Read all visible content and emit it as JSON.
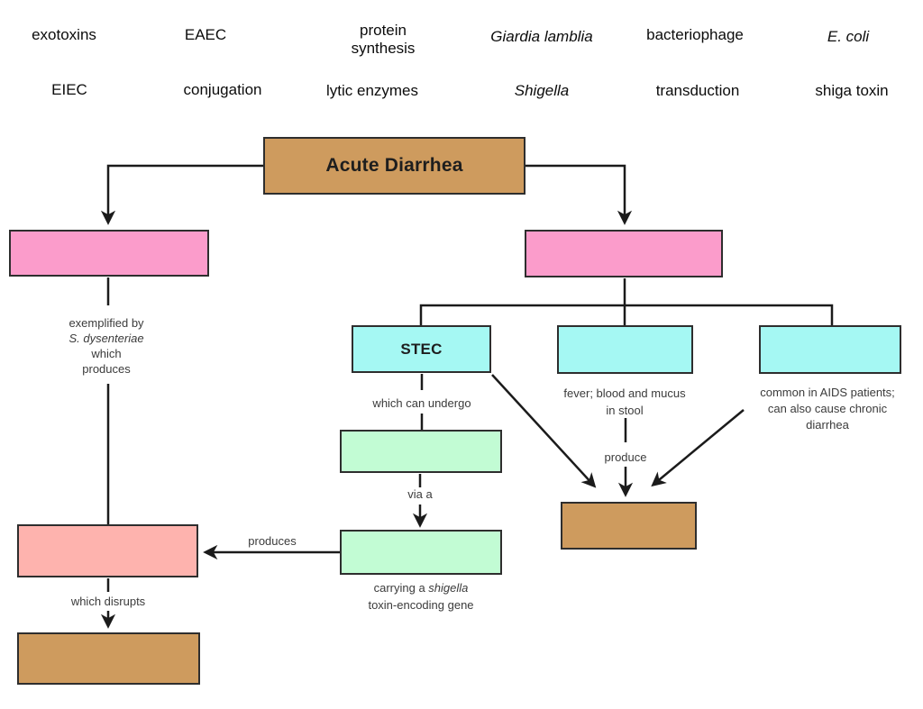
{
  "colors": {
    "tan": "#CE9B5E",
    "pink": "#FB9CCB",
    "cyan": "#A5F8F3",
    "green": "#C2FCD4",
    "salmon": "#FEB3AE",
    "line": "#1B1B1B",
    "label_text": "#3B3B3B"
  },
  "word_bank": {
    "items": [
      "exotoxins",
      "EAEC",
      "protein synthesis",
      "Giardia lamblia",
      "bacteriophage",
      "E. coli",
      "EIEC",
      "conjugation",
      "lytic enzymes",
      "Shigella",
      "transduction",
      "shiga toxin"
    ]
  },
  "diagram": {
    "boxes": {
      "root_label": "Acute Diarrhea",
      "stec_label": "STEC"
    },
    "labels": {
      "exemplified": {
        "l1": "exemplified by",
        "l2": "S. dysenteriae",
        "l3": "which",
        "l4": "produces"
      },
      "which_can_undergo": "which can undergo",
      "via_a": "via a",
      "carrying": {
        "l1_pre": "carrying a ",
        "l1_italic": "shigella",
        "l2": "toxin-encoding gene"
      },
      "fever": {
        "l1": "fever; blood and mucus",
        "l2": "in stool"
      },
      "produce": "produce",
      "aids": {
        "l1": "common in AIDS patients;",
        "l2": "can also cause chronic",
        "l3": "diarrhea"
      },
      "produces": "produces",
      "which_disrupts": "which disrupts"
    }
  }
}
